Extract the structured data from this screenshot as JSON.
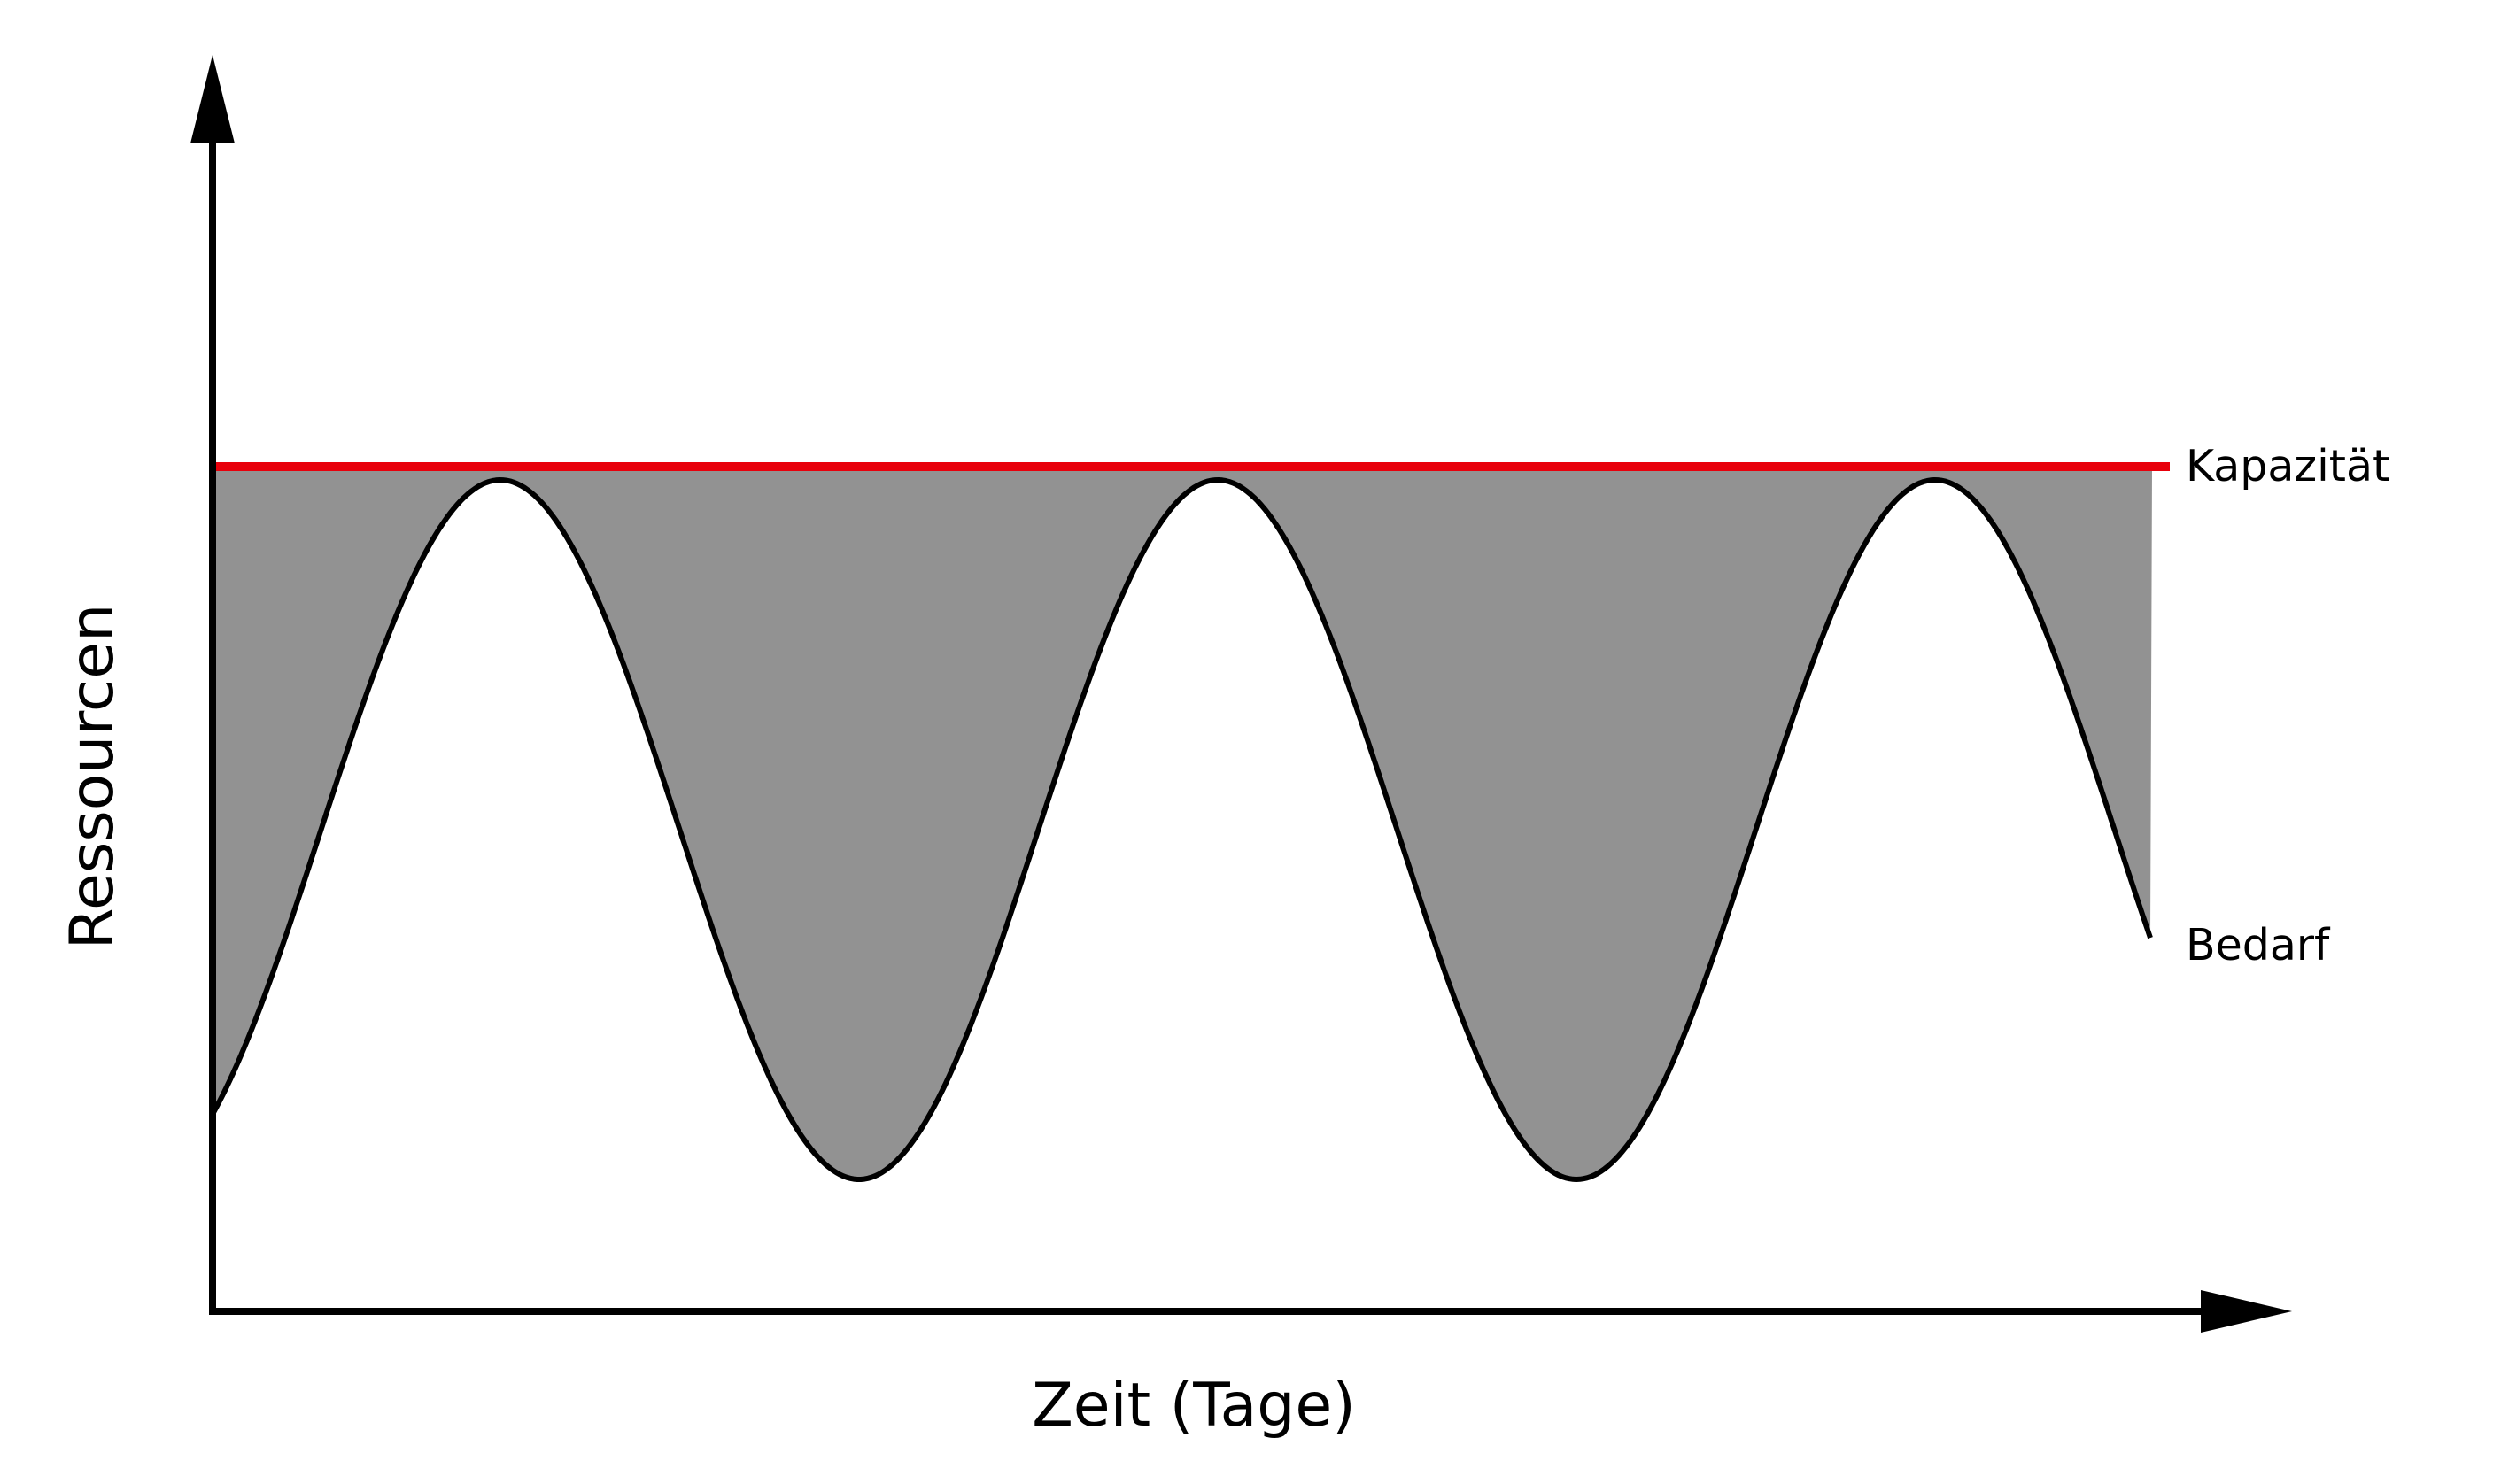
{
  "axes": {
    "x_label": "Zeit (Tage)",
    "y_label": "Ressourcen"
  },
  "curves": {
    "capacity_label": "Kapazität",
    "demand_label": "Bedarf"
  },
  "colors": {
    "capacity_line": "#e8000b",
    "unused_area": "#929292",
    "axis": "#000000",
    "demand_curve": "#000000"
  }
}
